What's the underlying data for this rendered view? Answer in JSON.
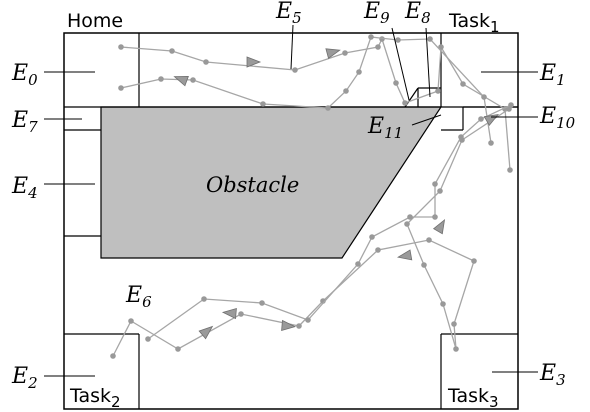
{
  "regions": {
    "home": "Home",
    "task1": "Task",
    "task1_sub": "1",
    "task2": "Task",
    "task2_sub": "2",
    "task3": "Task",
    "task3_sub": "3",
    "obstacle": "Obstacle"
  },
  "edges": [
    {
      "id": "e0",
      "letter": "E",
      "sub": "0"
    },
    {
      "id": "e1",
      "letter": "E",
      "sub": "1"
    },
    {
      "id": "e2",
      "letter": "E",
      "sub": "2"
    },
    {
      "id": "e3",
      "letter": "E",
      "sub": "3"
    },
    {
      "id": "e4",
      "letter": "E",
      "sub": "4"
    },
    {
      "id": "e5",
      "letter": "E",
      "sub": "5"
    },
    {
      "id": "e6",
      "letter": "E",
      "sub": "6"
    },
    {
      "id": "e7",
      "letter": "E",
      "sub": "7"
    },
    {
      "id": "e8",
      "letter": "E",
      "sub": "8"
    },
    {
      "id": "e9",
      "letter": "E",
      "sub": "9"
    },
    {
      "id": "e10",
      "letter": "E",
      "sub": "10"
    },
    {
      "id": "e11",
      "letter": "E",
      "sub": "11"
    }
  ],
  "colors": {
    "obstacle_fill": "#bfbfbf",
    "path": "#a6a6a6",
    "point": "#999999",
    "arrow": "#9a9a9a"
  }
}
